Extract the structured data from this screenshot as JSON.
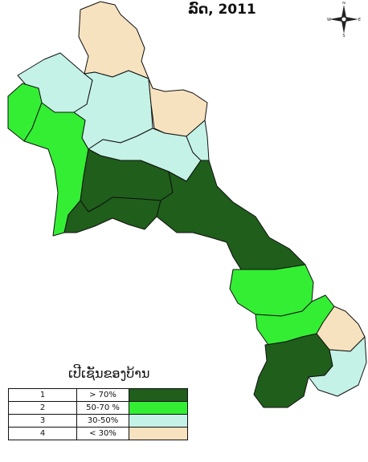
{
  "map": {
    "title": "ລົດ, 2011",
    "compass": {
      "north": "N",
      "south": "S",
      "east": "E",
      "west": "W"
    },
    "legend": {
      "title": "ເປີເຊັນຂອງບ້ານ",
      "rows": [
        {
          "num": "1",
          "range": "> 70%",
          "color": "#1f5e1b"
        },
        {
          "num": "2",
          "range": "50-70 %",
          "color": "#33ee33"
        },
        {
          "num": "3",
          "range": "30-50%",
          "color": "#c4f2e6"
        },
        {
          "num": "4",
          "range": "< 30%",
          "color": "#f7e2bf"
        }
      ]
    },
    "regions": [
      {
        "name": "north-peak",
        "class": 4
      },
      {
        "name": "northwest-upper",
        "class": 3
      },
      {
        "name": "north-center",
        "class": 3
      },
      {
        "name": "northeast",
        "class": 4
      },
      {
        "name": "west-bulge",
        "class": 2
      },
      {
        "name": "west-strip",
        "class": 2
      },
      {
        "name": "central-north",
        "class": 3
      },
      {
        "name": "central-east",
        "class": 3
      },
      {
        "name": "center-west",
        "class": 1
      },
      {
        "name": "center-main",
        "class": 1
      },
      {
        "name": "center-east-long",
        "class": 1
      },
      {
        "name": "south-center-1",
        "class": 2
      },
      {
        "name": "south-center-2",
        "class": 2
      },
      {
        "name": "south-east-small",
        "class": 4
      },
      {
        "name": "south-main",
        "class": 1
      },
      {
        "name": "south-tip",
        "class": 3
      }
    ]
  }
}
